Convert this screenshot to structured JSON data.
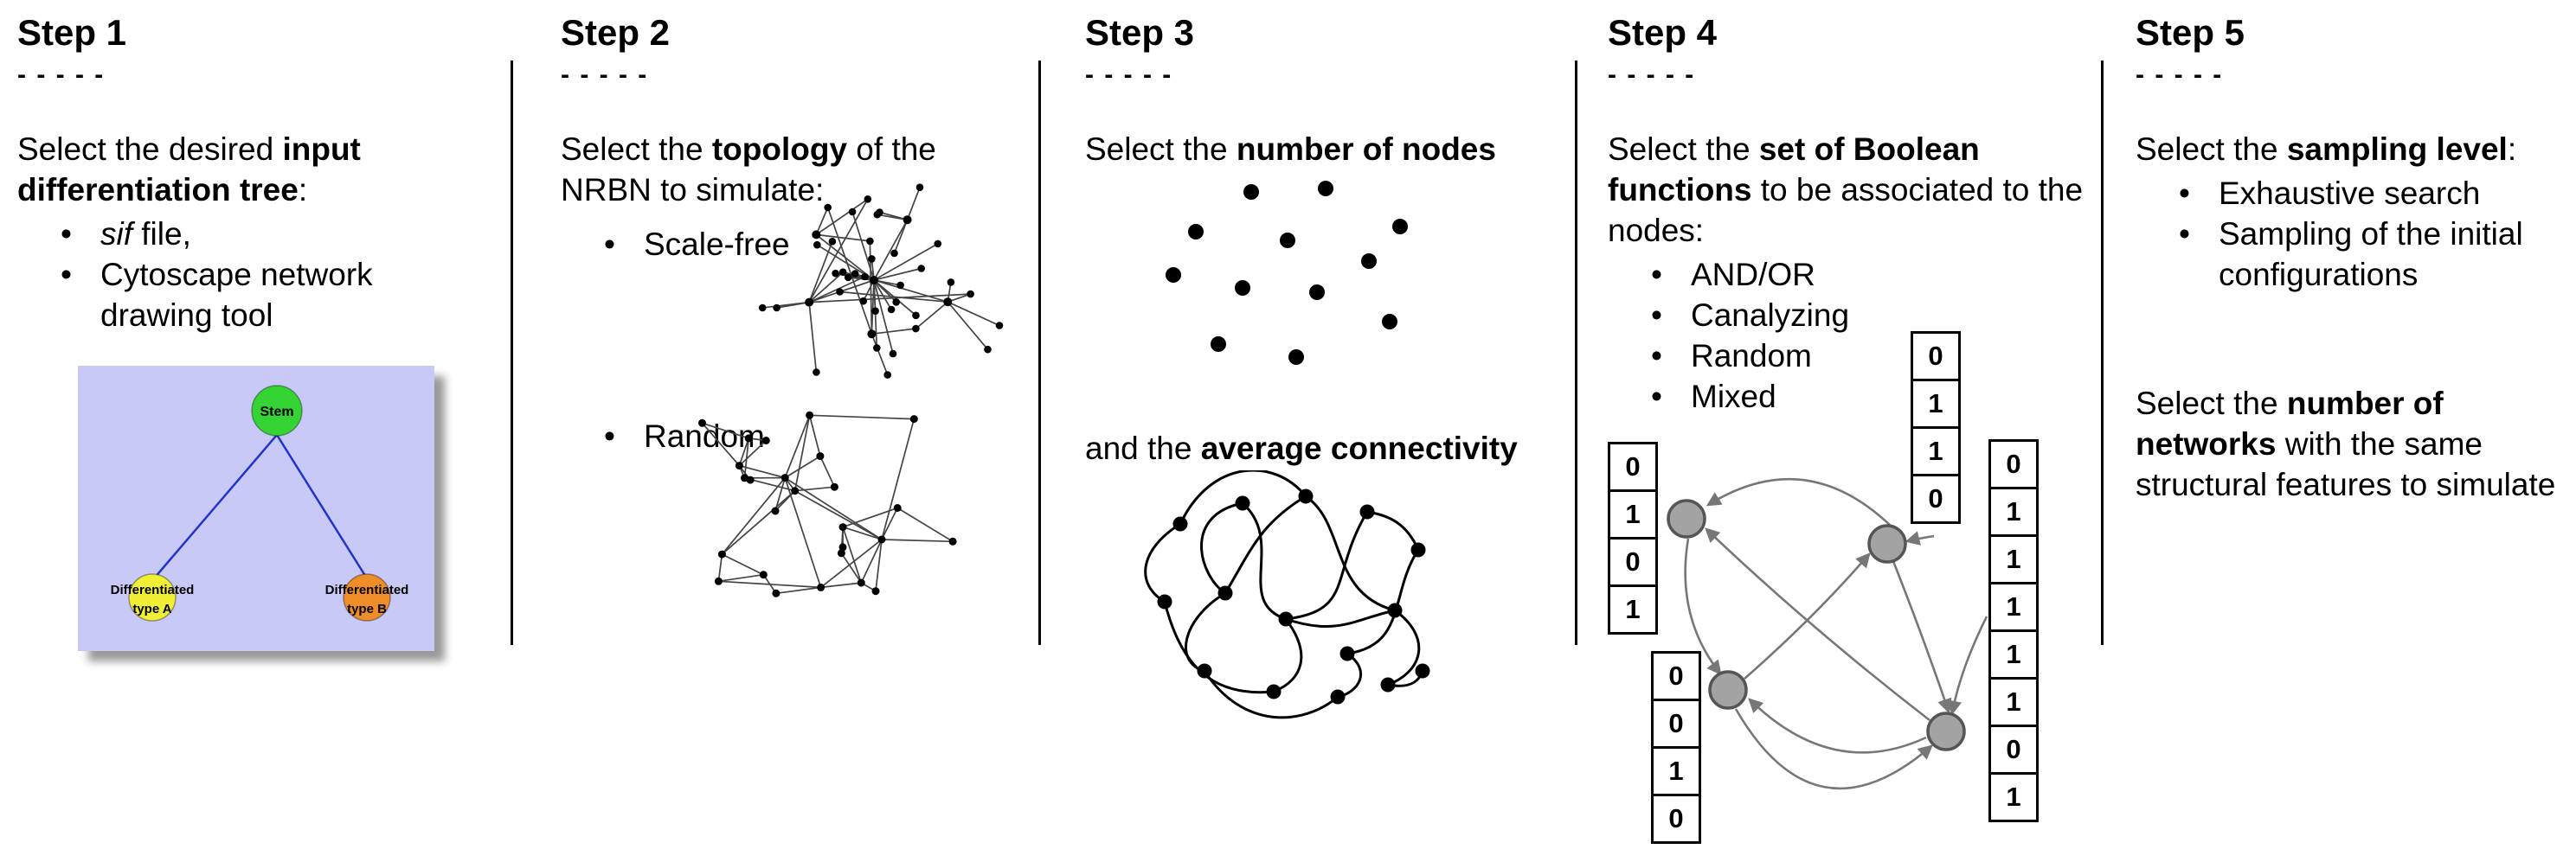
{
  "bullet_char": "•",
  "dashes": "- - - - -",
  "step1": {
    "title": "Step 1",
    "intro_a": "Select the desired ",
    "intro_b": "input differentiation tree",
    "intro_c": ":",
    "bullet1_italic": "sif",
    "bullet1_rest": " file,",
    "bullet2": "Cytoscape network drawing tool",
    "tree": {
      "stem_label": "Stem",
      "diff_label": "Differentiated",
      "type_a_label": "type A",
      "type_b_label": "type B",
      "bg_color": "#c9c9f7",
      "stem_color": "#35d435",
      "type_a_color": "#f0ee35",
      "type_b_color": "#ef8d28"
    }
  },
  "step2": {
    "title": "Step 2",
    "intro_a": "Select the ",
    "intro_b": "topology",
    "intro_c": " of the NRBN to simulate:",
    "bullet1": "Scale-free",
    "bullet2": "Random"
  },
  "step3": {
    "title": "Step 3",
    "line1_a": "Select the ",
    "line1_b": "number of nodes",
    "line2_a": "and the ",
    "line2_b": "average connectivity"
  },
  "step4": {
    "title": "Step 4",
    "intro_a": "Select the ",
    "intro_b": "set of Boolean functions",
    "intro_c": " to be associated to the nodes:",
    "bullets": [
      "AND/OR",
      "Canalyzing",
      "Random",
      "Mixed"
    ],
    "vectors": {
      "left": [
        "0",
        "1",
        "0",
        "1"
      ],
      "top": [
        "0",
        "1",
        "1",
        "0"
      ],
      "bottom_left": [
        "0",
        "0",
        "1",
        "0"
      ],
      "right": [
        "0",
        "1",
        "1",
        "1",
        "1",
        "1",
        "0",
        "1"
      ]
    }
  },
  "step5": {
    "title": "Step 5",
    "intro_a": "Select the ",
    "intro_b": "sampling level",
    "intro_c": ":",
    "bullet1": "Exhaustive search",
    "bullet2": "Sampling of the initial configurations",
    "para2_a": "Select the ",
    "para2_b": "number of networks",
    "para2_c": " with the same structural features to simulate"
  }
}
